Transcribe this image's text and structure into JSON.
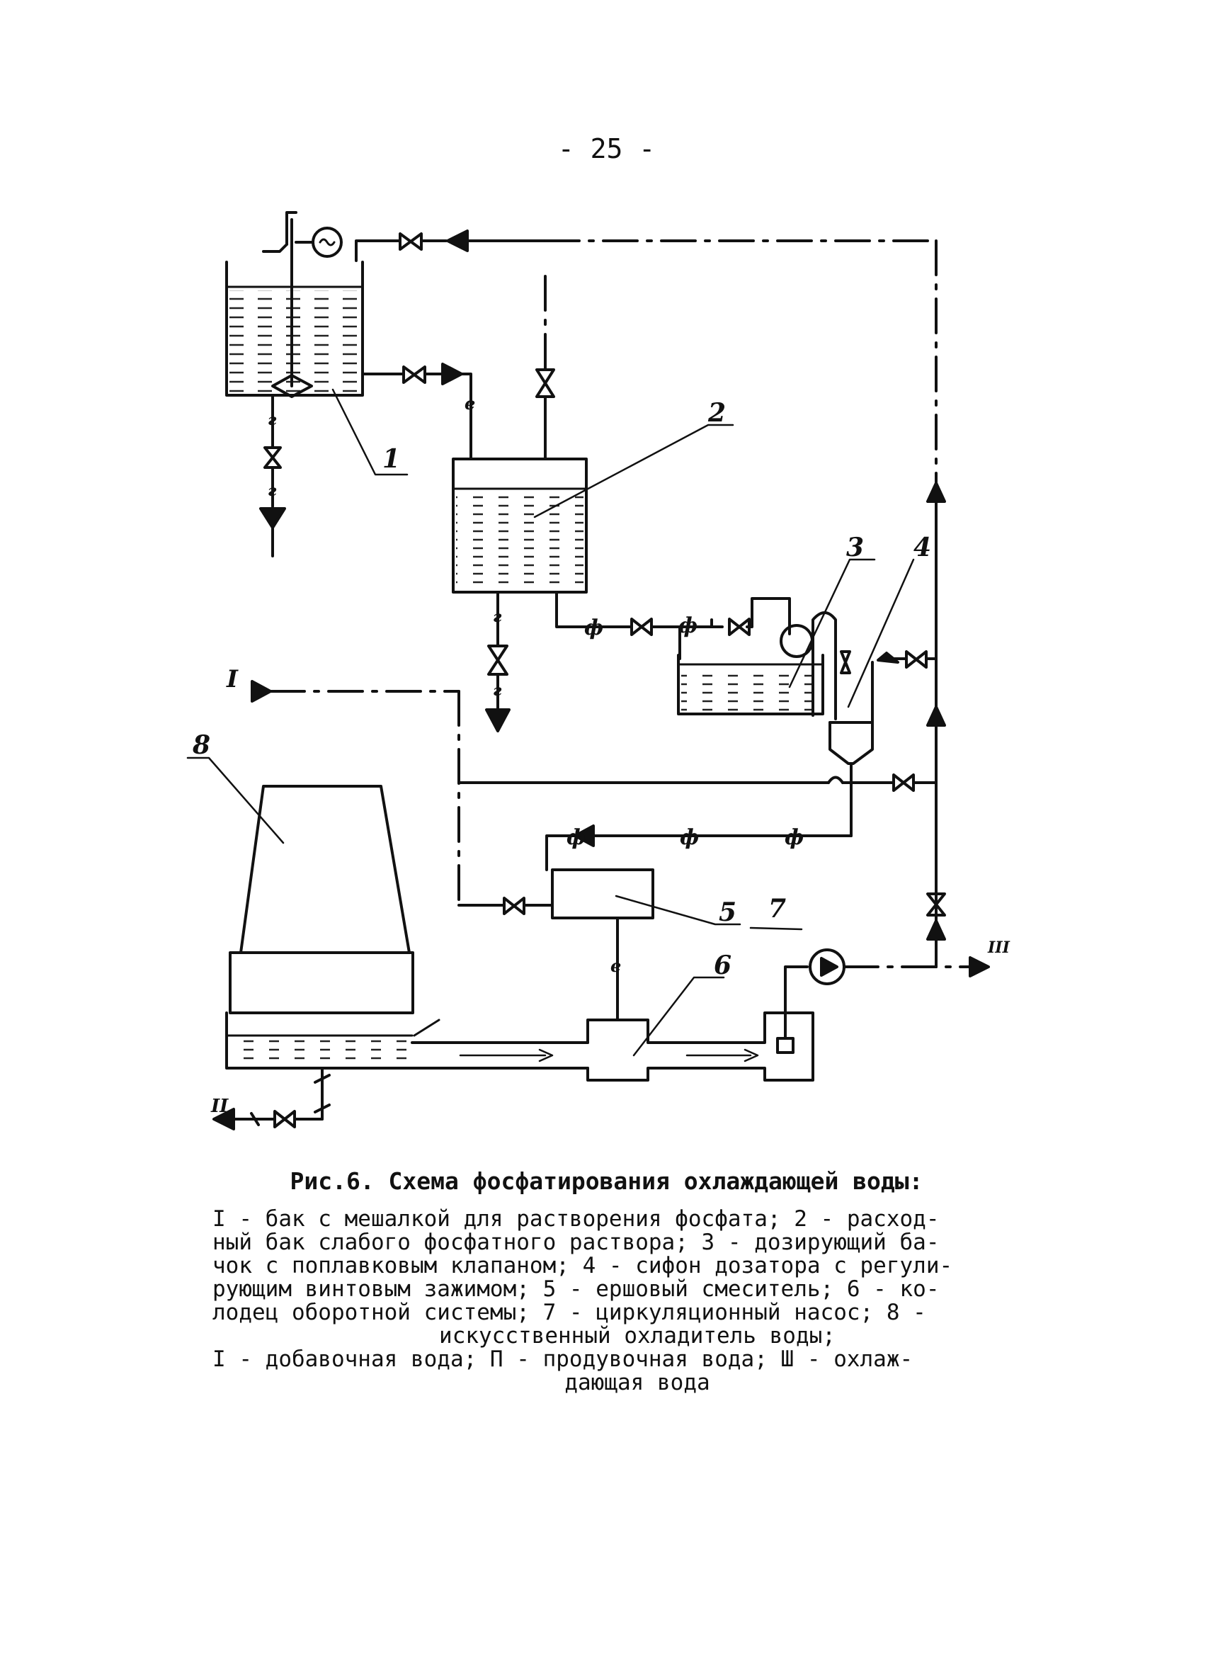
{
  "page": {
    "number": "- 25 -"
  },
  "diagram": {
    "labels": {
      "l1": "1",
      "l2": "2",
      "l3": "3",
      "l4": "4",
      "l5": "5",
      "l6": "6",
      "l7": "7",
      "l8": "8",
      "inI": "I",
      "outII": "II",
      "outIII": "III"
    },
    "pipe_marks": {
      "phosphate": "ф",
      "pressure": "е",
      "sludge": "г"
    }
  },
  "caption": {
    "title": "Рис.6. Схема фосфатирования охлаждающей воды:",
    "lines": [
      "I - бак с мешалкой для растворения фосфата; 2 - расход-",
      "ный бак слабого фосфатного раствора; 3 - дозирующий ба-",
      "чок с поплавковым клапаном; 4 - сифон дозатора с регули-",
      "рующим винтовым зажимом; 5 - ершовый смеситель; 6 - ко-",
      "лодец оборотной системы; 7 - циркуляционный насос; 8 -",
      "искусственный охладитель воды;",
      "I - добавочная вода; П - продувочная вода; Ш - охлаж-",
      "дающая вода"
    ]
  }
}
